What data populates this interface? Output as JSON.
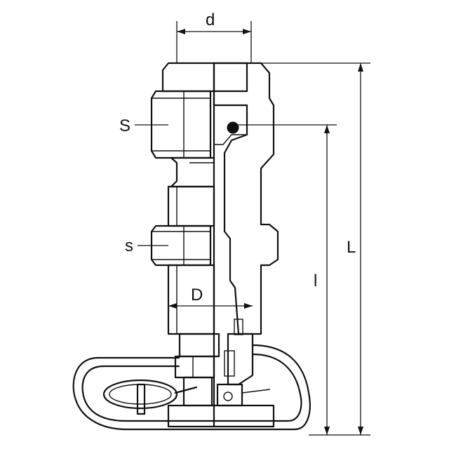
{
  "dimensions": {
    "d": "d",
    "S": "S",
    "s": "s",
    "D": "D",
    "l": "l",
    "L": "L"
  },
  "colors": {
    "line": "#111111",
    "background": "#ffffff"
  }
}
